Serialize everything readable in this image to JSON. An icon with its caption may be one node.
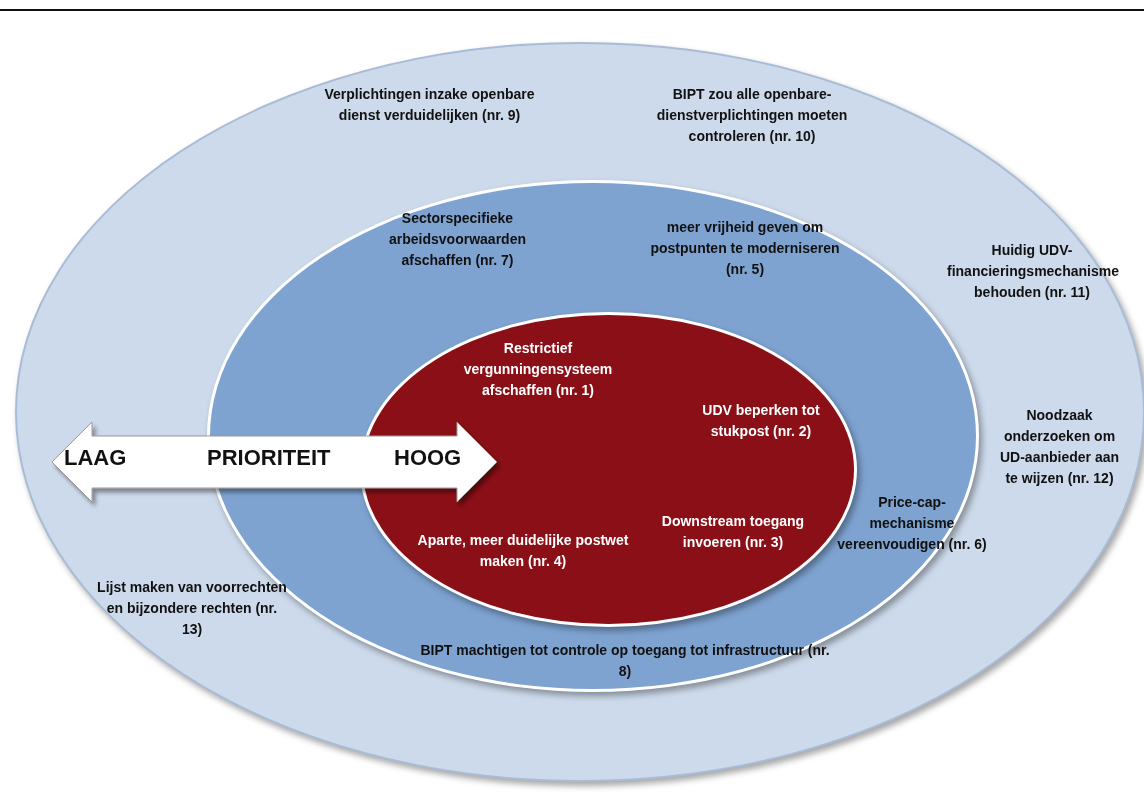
{
  "diagram": {
    "nodes": [
      {
        "text": [],
        "shape": "circle"
      },
      {
        "text": [],
        "shape": "circle",
        "in": 0
      },
      {
        "text": [],
        "shape": "circle",
        "in": 1
      },
      {
        "text": [
          "Verplichtingen inzake openbare dienst verduidelijken (nr. 9)"
        ],
        "in": 0
      },
      {
        "text": [
          "BIPT zou alle openbare-dienstverplichtingen moeten controleren (nr. 10)"
        ],
        "in": 0
      },
      {
        "text": [
          "Sectorspecifieke arbeidsvoorwaarden afschaffen (nr. 7)"
        ],
        "in": 1
      },
      {
        "text": [
          "meer vrijheid geven om postpunten te moderniseren (nr. 5)"
        ],
        "in": 1
      },
      {
        "text": [
          "Huidig UDV-financieringsmechanisme behouden (nr. 11)"
        ],
        "in": 0
      },
      {
        "text": [
          "Restrictief vergunningensysteem afschaffen (nr. 1)"
        ],
        "in": 2
      },
      {
        "text": [
          "UDV beperken tot stukpost (nr. 2)"
        ],
        "in": 2
      },
      {
        "text": [
          "Noodzaak onderzoeken om UD-aanbieder aan te wijzen (nr. 12)"
        ],
        "in": 0
      },
      {
        "text": [
          "LAAG",
          "PRIORITEIT",
          "HOOG"
        ],
        "in": 0
      },
      {
        "text": [
          "Downstream toegang invoeren (nr. 3)"
        ],
        "in": 2
      },
      {
        "text": [
          "Aparte, meer duidelijke postwet maken (nr. 4)"
        ],
        "in": 2
      },
      {
        "text": [
          "Price-cap-mechanisme vereenvoudigen (nr. 6)"
        ],
        "in": 1
      },
      {
        "text": [
          "Lijst maken van voorrechten en bijzondere rechten (nr. 13)"
        ],
        "in": 0
      },
      {
        "text": [
          "BIPT machtigen tot controle op toegang tot infrastructuur (nr. 8)"
        ],
        "in": 1
      }
    ],
    "edges": []
  }
}
